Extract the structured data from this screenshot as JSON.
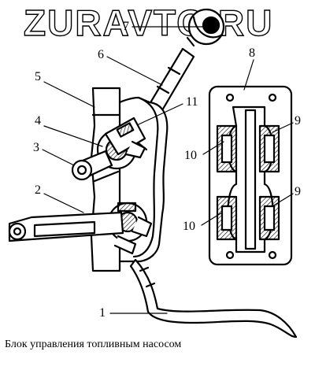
{
  "watermark": "ZURAVTO.RU",
  "caption": "Блок управления  топливным насосом",
  "callouts": {
    "c1": "1",
    "c2": "2",
    "c3": "3",
    "c4": "4",
    "c5": "5",
    "c6": "6",
    "c7": "7",
    "c8": "8",
    "c9a": "9",
    "c9b": "9",
    "c10a": "10",
    "c10b": "10",
    "c11": "11"
  },
  "colors": {
    "ink": "#000000",
    "paper": "#ffffff",
    "hatch": "#555555"
  }
}
